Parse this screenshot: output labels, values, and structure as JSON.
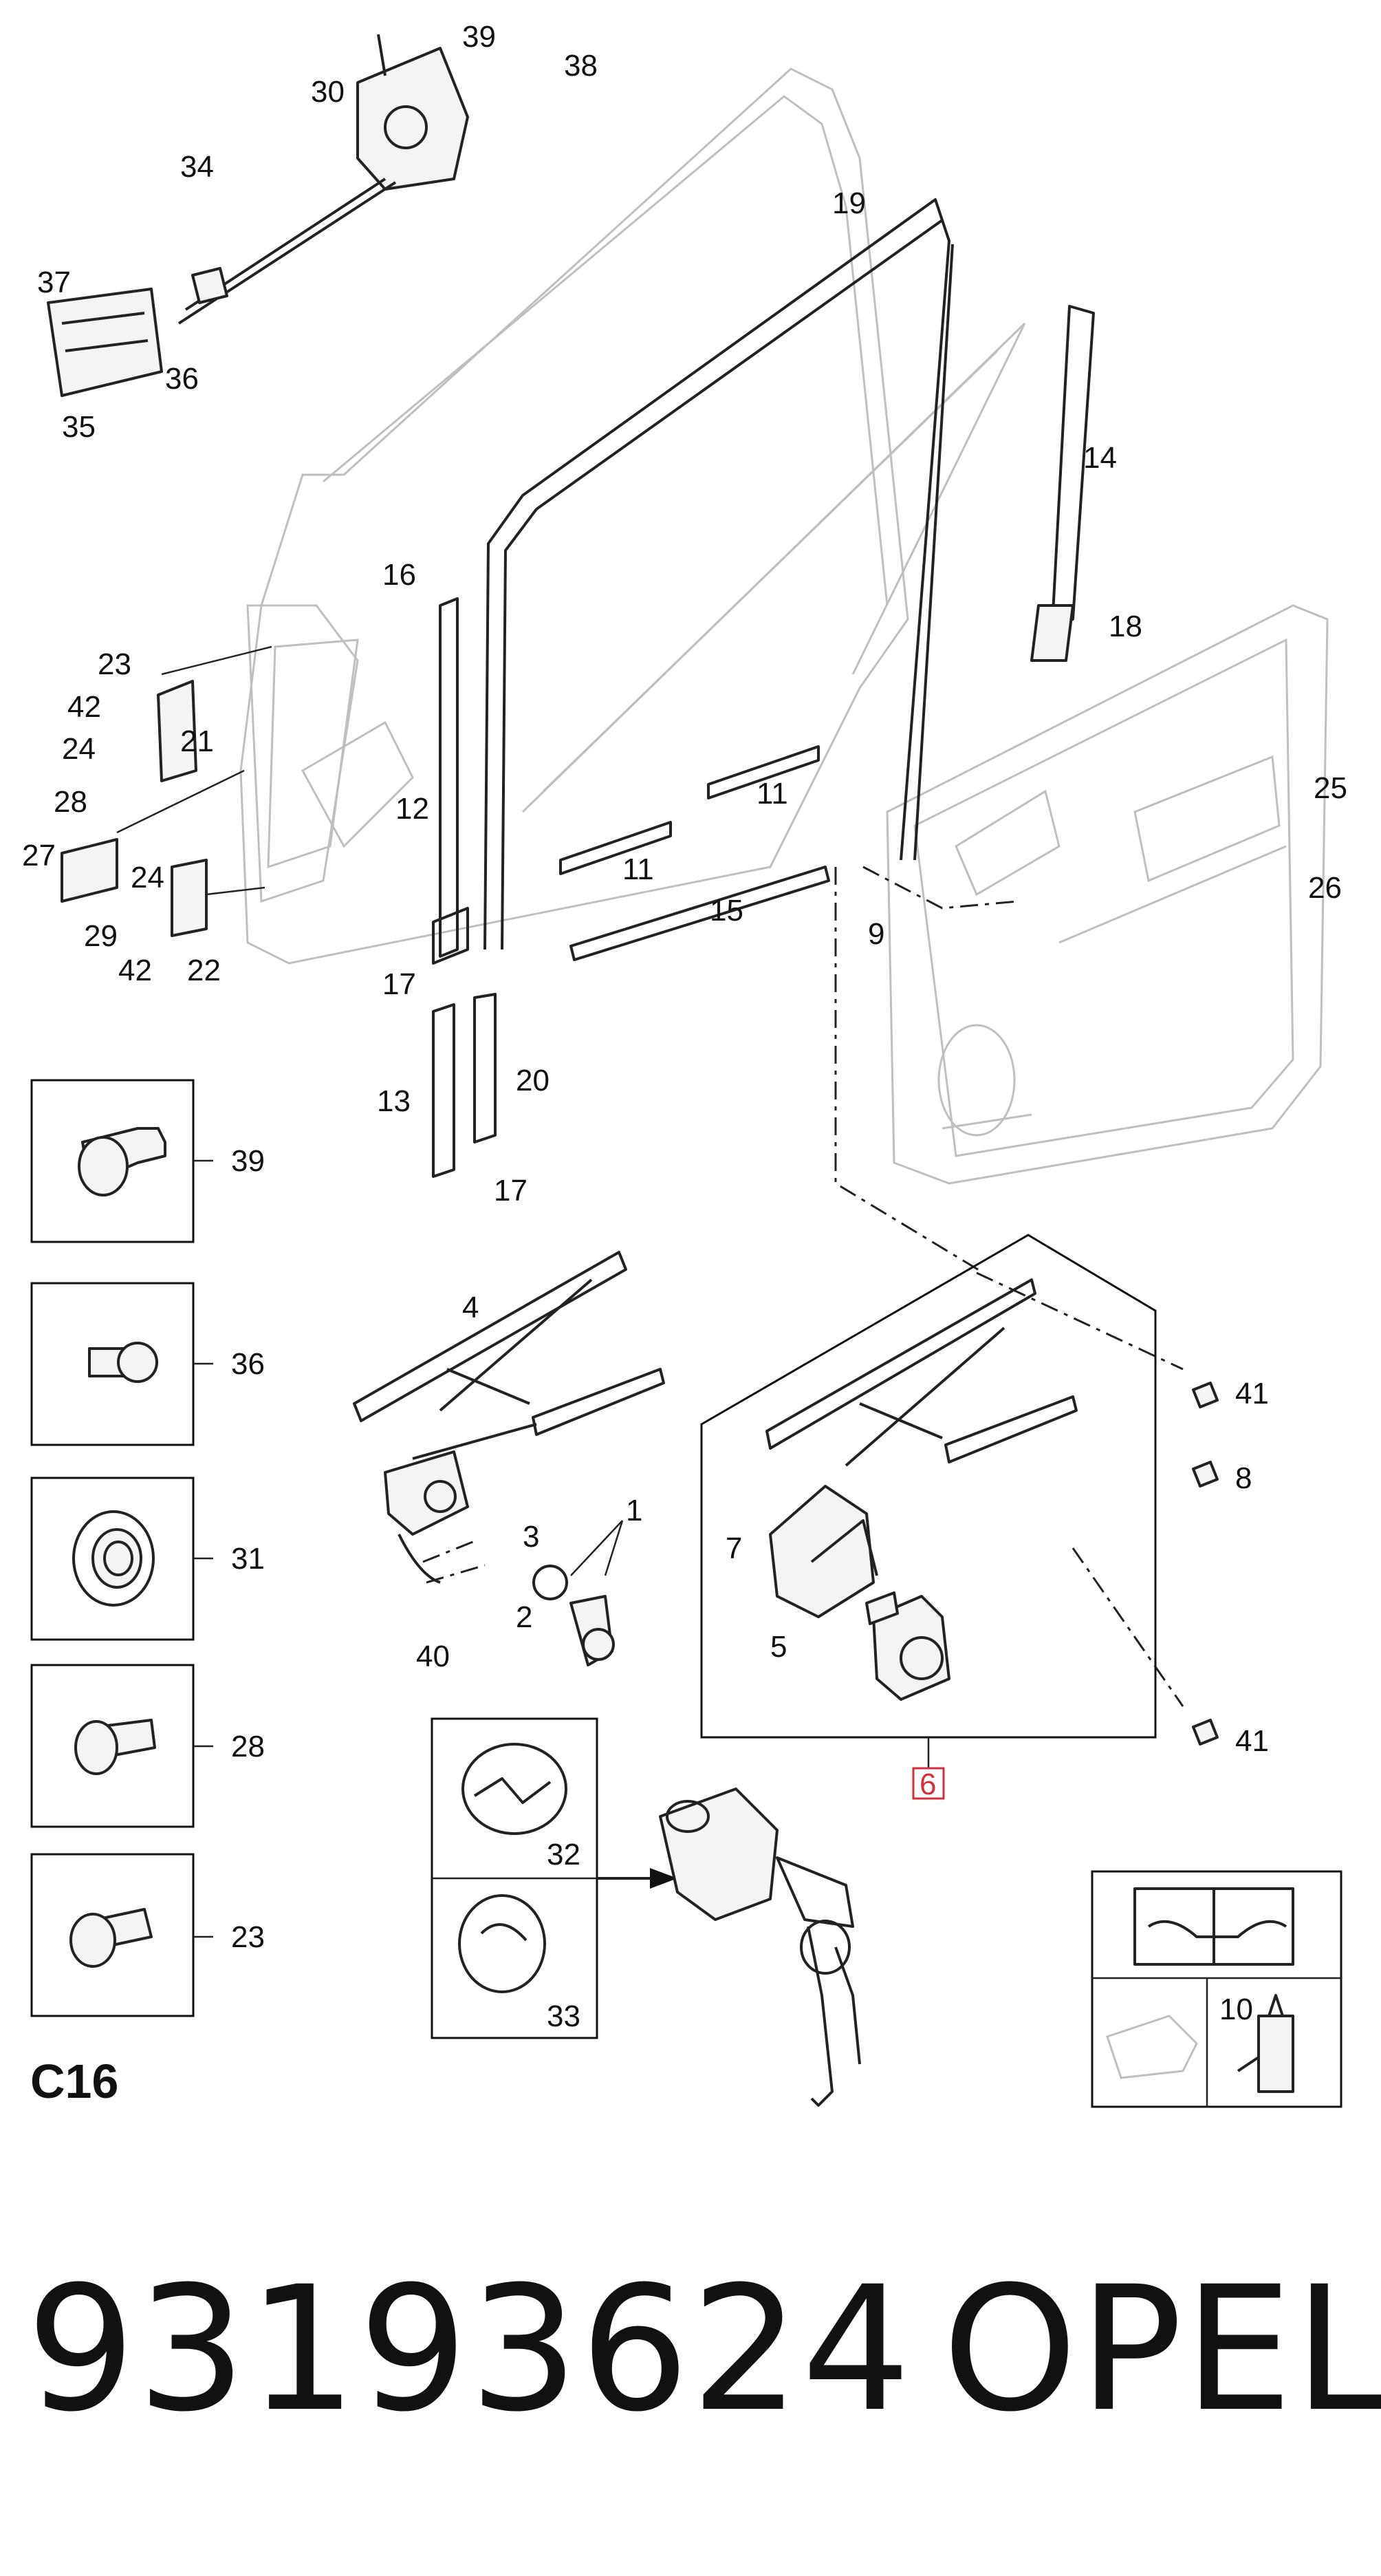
{
  "diagram": {
    "callouts": {
      "n1": "1",
      "n2": "2",
      "n3": "3",
      "n4": "4",
      "n5": "5",
      "n6": "6",
      "n7": "7",
      "n8": "8",
      "n9": "9",
      "n10": "10",
      "n11a": "11",
      "n11b": "11",
      "n12": "12",
      "n13": "13",
      "n14": "14",
      "n15": "15",
      "n16": "16",
      "n17a": "17",
      "n17b": "17",
      "n18": "18",
      "n19": "19",
      "n20": "20",
      "n21": "21",
      "n22": "22",
      "n23a": "23",
      "n23b": "23",
      "n24a": "24",
      "n24b": "24",
      "n25": "25",
      "n26": "26",
      "n27": "27",
      "n28a": "28",
      "n28b": "28",
      "n29": "29",
      "n30": "30",
      "n31": "31",
      "n32": "32",
      "n33": "33",
      "n34": "34",
      "n35": "35",
      "n36a": "36",
      "n36b": "36",
      "n37": "37",
      "n38": "38",
      "n39a": "39",
      "n39b": "39",
      "n40": "40",
      "n41a": "41",
      "n41b": "41",
      "n42a": "42",
      "n42b": "42"
    },
    "highlight_color": "#d0313c",
    "section_code": "C16"
  },
  "footer": {
    "part_number": "93193624",
    "brand": "OPEL"
  }
}
